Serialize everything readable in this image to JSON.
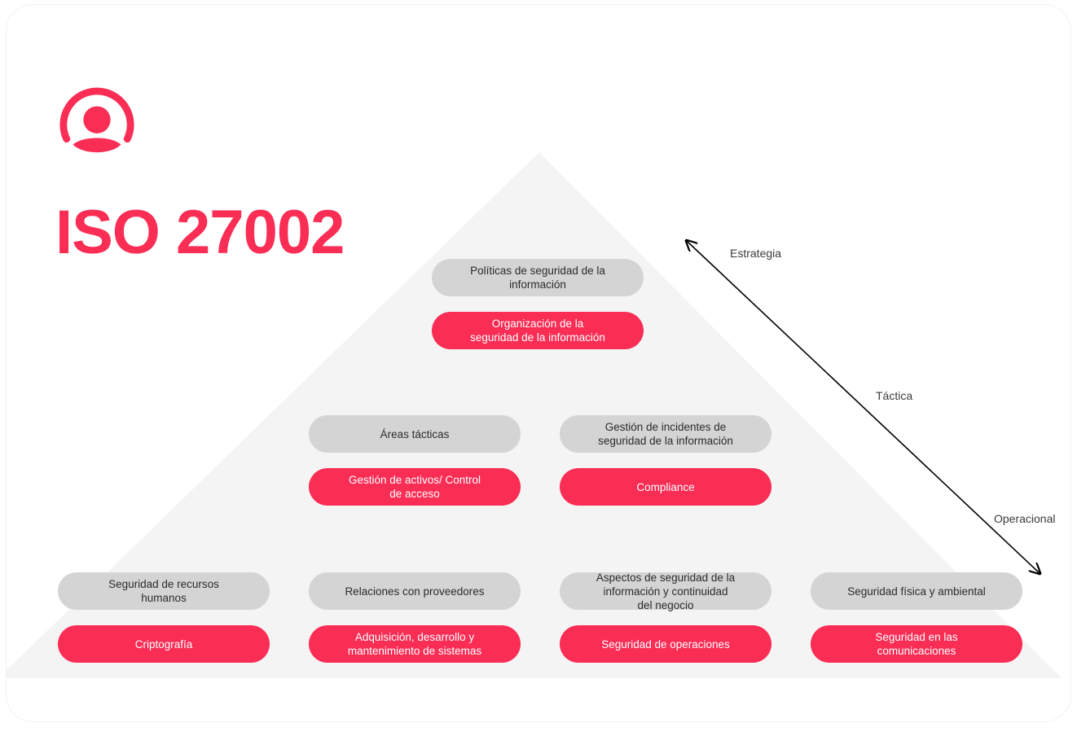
{
  "brand": {
    "logo_icon": "user-avatar-circle-icon",
    "title": "ISO 27002",
    "accent_color": "#FA2D55",
    "muted_color": "#D4D4D4",
    "pyramid_color": "#F4F4F4"
  },
  "pyramid": {
    "levels": [
      {
        "level_name": "Estrategia",
        "boxes": [
          {
            "label": "Políticas de seguridad de la\ninformación",
            "style": "gray"
          },
          {
            "label": "Organización de la\nseguridad de la información",
            "style": "pink"
          }
        ]
      },
      {
        "level_name": "Táctica",
        "boxes": [
          {
            "label": "Áreas tácticas",
            "style": "gray"
          },
          {
            "label": "Gestión de incidentes de\nseguridad de la información",
            "style": "gray"
          },
          {
            "label": "Gestión de activos/ Control\nde acceso",
            "style": "pink"
          },
          {
            "label": "Compliance",
            "style": "pink"
          }
        ]
      },
      {
        "level_name": "Operacional",
        "boxes": [
          {
            "label": "Seguridad de recursos\nhumanos",
            "style": "gray"
          },
          {
            "label": "Relaciones con proveedores",
            "style": "gray"
          },
          {
            "label": "Aspectos de seguridad de la\ninformación y continuidad\ndel negocio",
            "style": "gray"
          },
          {
            "label": "Seguridad física y ambiental",
            "style": "gray"
          },
          {
            "label": "Criptografía",
            "style": "pink"
          },
          {
            "label": "Adquisición, desarrollo y\nmantenimiento de sistemas",
            "style": "pink"
          },
          {
            "label": "Seguridad de operaciones",
            "style": "pink"
          },
          {
            "label": "Seguridad en las\ncomunicaciones",
            "style": "pink"
          }
        ]
      }
    ]
  },
  "axis": {
    "icon": "double-headed-diagonal-arrow-icon",
    "labels": [
      {
        "text": "Estrategia"
      },
      {
        "text": "Táctica"
      },
      {
        "text": "Operacional"
      }
    ]
  }
}
